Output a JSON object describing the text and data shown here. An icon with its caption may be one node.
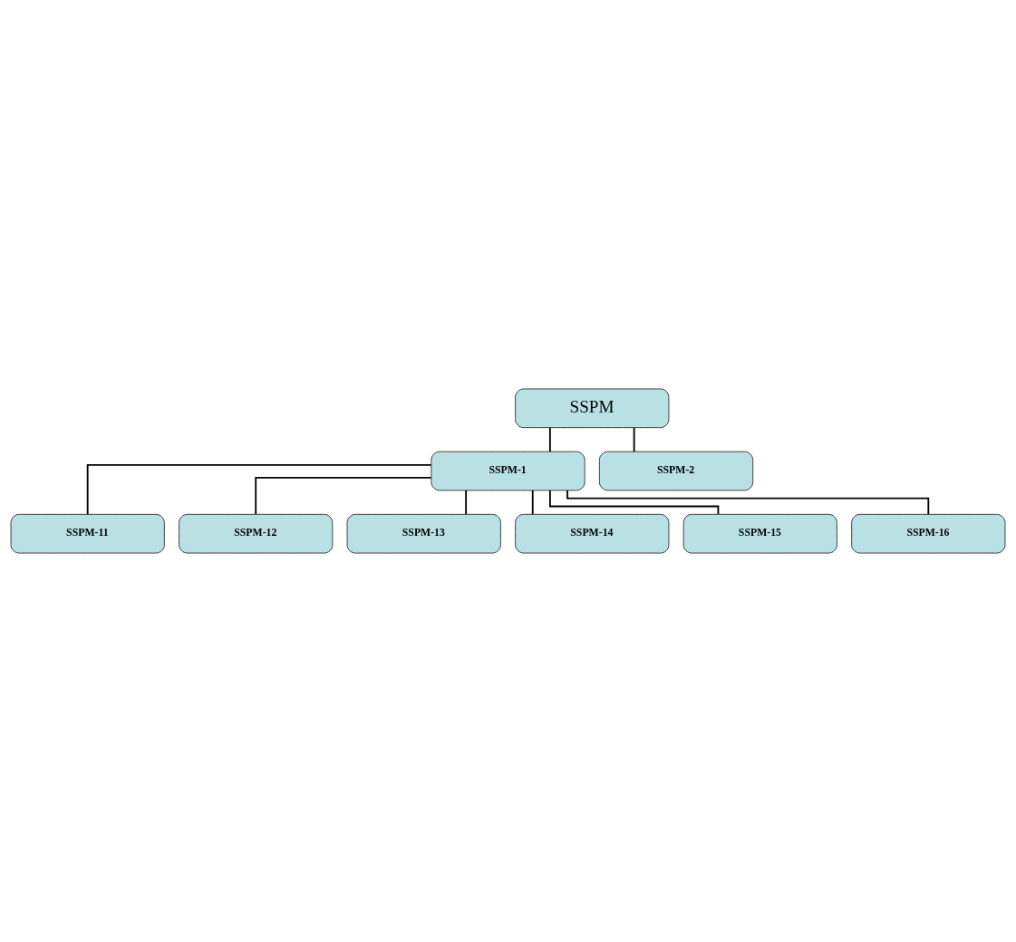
{
  "diagram": {
    "nodes": [
      {
        "text": [
          "SSPM"
        ]
      },
      {
        "text": [
          "SSPM-1"
        ]
      },
      {
        "text": [
          "SSPM-2"
        ]
      },
      {
        "text": [
          "SSPM-11"
        ]
      },
      {
        "text": [
          "SSPM-12"
        ]
      },
      {
        "text": [
          "SSPM-13"
        ]
      },
      {
        "text": [
          "SSPM-14"
        ]
      },
      {
        "text": [
          "SSPM-15"
        ]
      },
      {
        "text": [
          "SSPM-16"
        ]
      }
    ],
    "edges": [
      {
        "from": 0,
        "to": 1,
        "arrow": "none"
      },
      {
        "from": 0,
        "to": 2,
        "arrow": "none"
      },
      {
        "from": 1,
        "to": 3,
        "arrow": "none"
      },
      {
        "from": 1,
        "to": 4,
        "arrow": "none"
      },
      {
        "from": 1,
        "to": 5,
        "arrow": "none"
      },
      {
        "from": 1,
        "to": 6,
        "arrow": "none"
      },
      {
        "from": 1,
        "to": 7,
        "arrow": "none"
      },
      {
        "from": 1,
        "to": 8,
        "arrow": "none"
      }
    ]
  }
}
